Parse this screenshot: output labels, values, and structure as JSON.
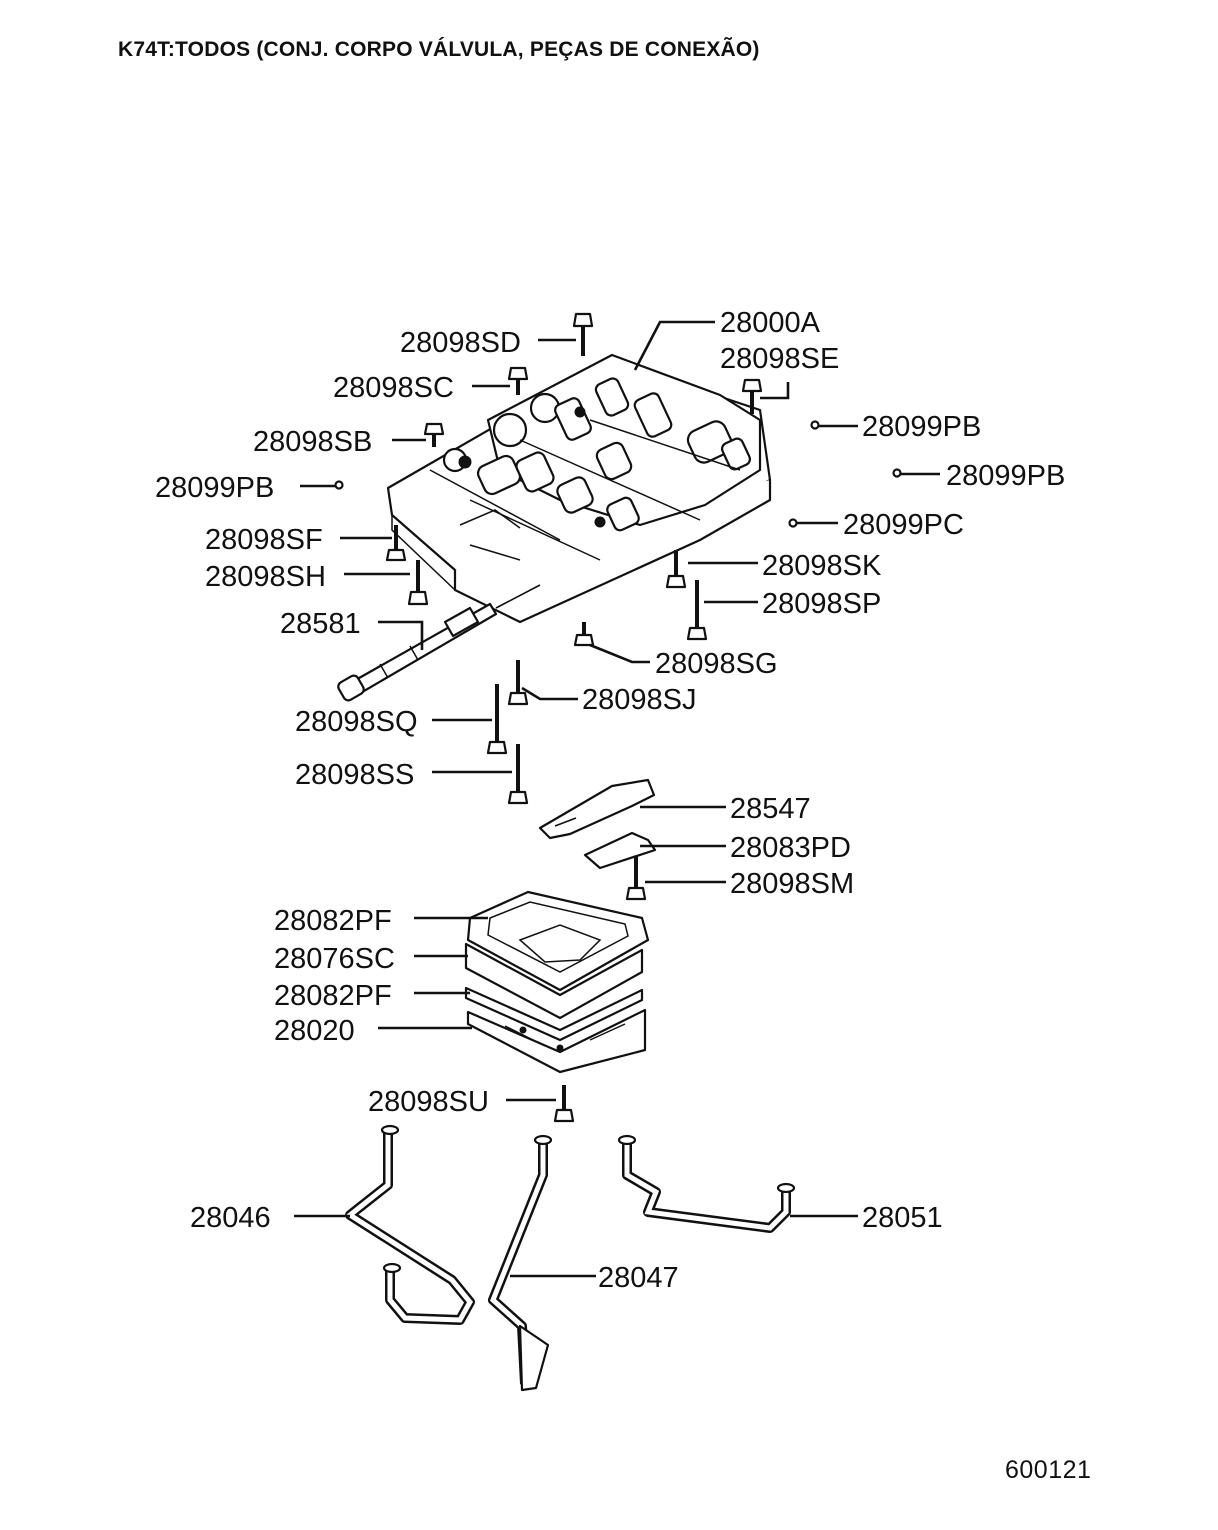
{
  "header": {
    "title": "K74T:TODOS (CONJ. CORPO VÁLVULA, PEÇAS DE CONEXÃO)"
  },
  "footer": {
    "diagram_id": "600121"
  },
  "callouts": [
    {
      "id": "c-28000A",
      "label": "28000A"
    },
    {
      "id": "c-28098SD",
      "label": "28098SD"
    },
    {
      "id": "c-28098SE",
      "label": "28098SE"
    },
    {
      "id": "c-28098SC",
      "label": "28098SC"
    },
    {
      "id": "c-28099PB-1",
      "label": "28099PB"
    },
    {
      "id": "c-28098SB",
      "label": "28098SB"
    },
    {
      "id": "c-28099PB-2",
      "label": "28099PB"
    },
    {
      "id": "c-28099PB-3",
      "label": "28099PB"
    },
    {
      "id": "c-28099PC",
      "label": "28099PC"
    },
    {
      "id": "c-28098SF",
      "label": "28098SF"
    },
    {
      "id": "c-28098SK",
      "label": "28098SK"
    },
    {
      "id": "c-28098SH",
      "label": "28098SH"
    },
    {
      "id": "c-28098SP",
      "label": "28098SP"
    },
    {
      "id": "c-28581",
      "label": "28581"
    },
    {
      "id": "c-28098SG",
      "label": "28098SG"
    },
    {
      "id": "c-28098SJ",
      "label": "28098SJ"
    },
    {
      "id": "c-28098SQ",
      "label": "28098SQ"
    },
    {
      "id": "c-28098SS",
      "label": "28098SS"
    },
    {
      "id": "c-28547",
      "label": "28547"
    },
    {
      "id": "c-28083PD",
      "label": "28083PD"
    },
    {
      "id": "c-28098SM",
      "label": "28098SM"
    },
    {
      "id": "c-28082PF-1",
      "label": "28082PF"
    },
    {
      "id": "c-28076SC",
      "label": "28076SC"
    },
    {
      "id": "c-28082PF-2",
      "label": "28082PF"
    },
    {
      "id": "c-28020",
      "label": "28020"
    },
    {
      "id": "c-28098SU",
      "label": "28098SU"
    },
    {
      "id": "c-28046",
      "label": "28046"
    },
    {
      "id": "c-28051",
      "label": "28051"
    },
    {
      "id": "c-28047",
      "label": "28047"
    }
  ]
}
